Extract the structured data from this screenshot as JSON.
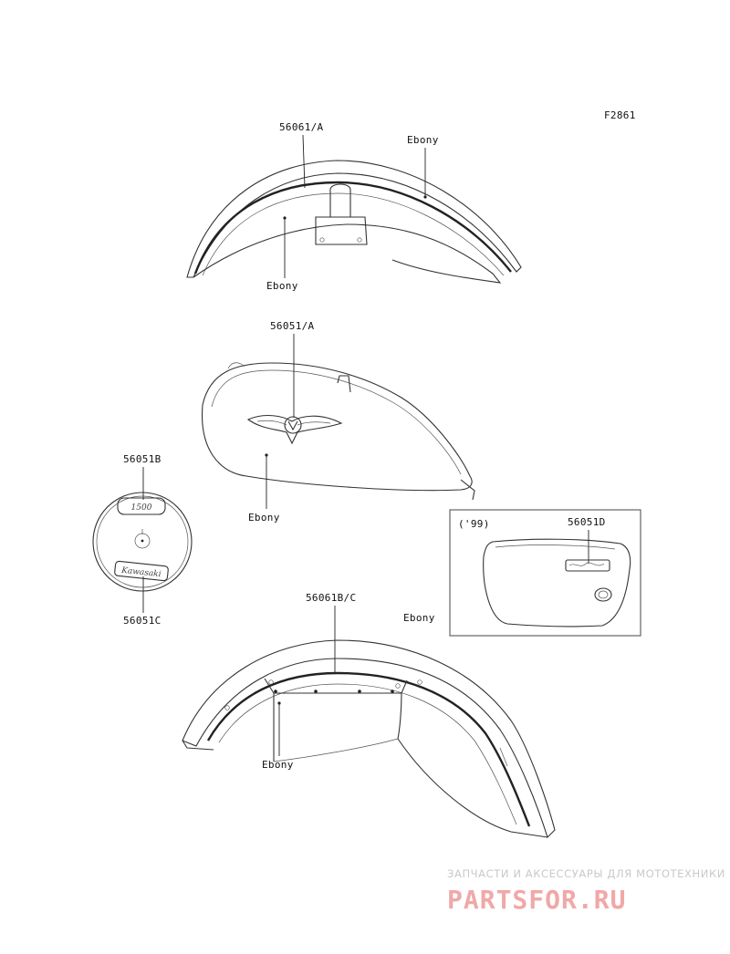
{
  "figure_code": "F2861",
  "parts": {
    "front_fender_label": "56061/A",
    "tank_label": "56051/A",
    "rear_fender_label": "56061B/C",
    "emblem_top_label": "56051B",
    "emblem_bottom_label": "56051C",
    "side_cover_label": "56051D"
  },
  "finish_labels": {
    "front_fender_top": "Ebony",
    "front_fender_bottom": "Ebony",
    "tank": "Ebony",
    "side_cover": "Ebony",
    "rear_fender": "Ebony"
  },
  "inset": {
    "year_note": "('99)"
  },
  "emblem_text": {
    "displacement": "1500",
    "brand": "Kawasaki"
  },
  "watermark": {
    "tagline": "ЗАПЧАСТИ И АКСЕССУАРЫ ДЛЯ МОТОТЕХНИКИ",
    "brand": "PARTSFOR.RU"
  },
  "colors": {
    "line": "#333333",
    "watermark_brand": "#f0a8a8",
    "watermark_tagline": "#c9c9c9"
  }
}
